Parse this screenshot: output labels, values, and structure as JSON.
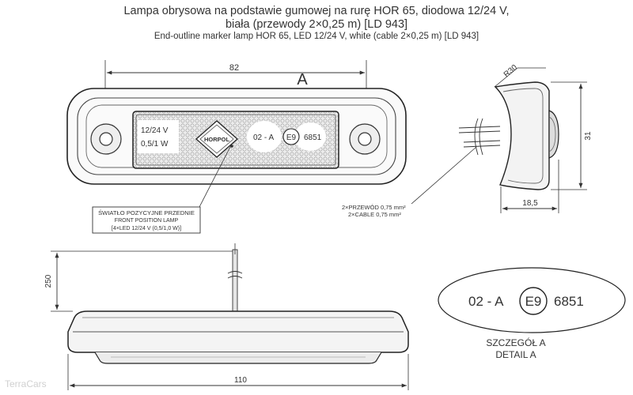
{
  "title": {
    "line1": "Lampa obrysowa na podstawie gumowej na rurę HOR 65, diodowa 12/24 V,",
    "line2": "biała (przewody 2×0,25 m) [LD 943]",
    "line3": "End-outline marker lamp HOR 65, LED 12/24 V, white (cable 2×0,25 m) [LD 943]"
  },
  "top_view": {
    "dim_width": "82",
    "section_label": "A",
    "voltage": "12/24 V",
    "power": "0,5/1 W",
    "brand": "HORPOL",
    "approval_prefix": "02 - A",
    "approval_mark": "E9",
    "approval_number": "6851"
  },
  "callout": {
    "line1": "ŚWIATŁO POZYCYJNE PRZEDNIE",
    "line2": "FRONT POSITION LAMP",
    "line3": "[4×LED 12/24 V (0,5/1,0 W)]"
  },
  "side_view": {
    "radius": "R30",
    "height": "31",
    "depth": "18,5",
    "wire_pl": "2×PRZEWÓD 0,75 mm²",
    "wire_en": "2×CABLE 0,75 mm²"
  },
  "bottom_view": {
    "cable_length": "250",
    "base_width": "110"
  },
  "detail": {
    "approval_prefix": "02 - A",
    "approval_mark": "E9",
    "approval_number": "6851",
    "label_pl": "SZCZEGÓŁ A",
    "label_en": "DETAIL A"
  },
  "watermark": "TerraCars"
}
